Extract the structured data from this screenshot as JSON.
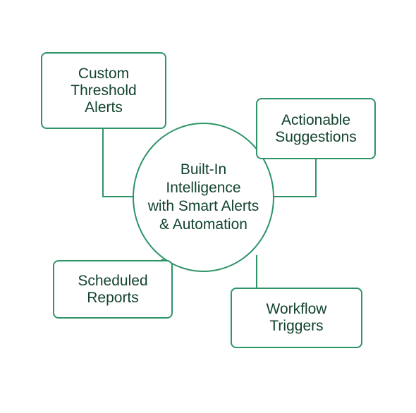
{
  "colors": {
    "stroke": "#2e9467",
    "text": "#12432d",
    "background": "#ffffff"
  },
  "center": {
    "label": "Built-In\nIntelligence\nwith Smart Alerts\n& Automation"
  },
  "nodes": {
    "custom_threshold_alerts": "Custom\nThreshold\nAlerts",
    "actionable_suggestions": "Actionable\nSuggestions",
    "scheduled_reports": "Scheduled\nReports",
    "workflow_triggers": "Workflow\nTriggers"
  }
}
